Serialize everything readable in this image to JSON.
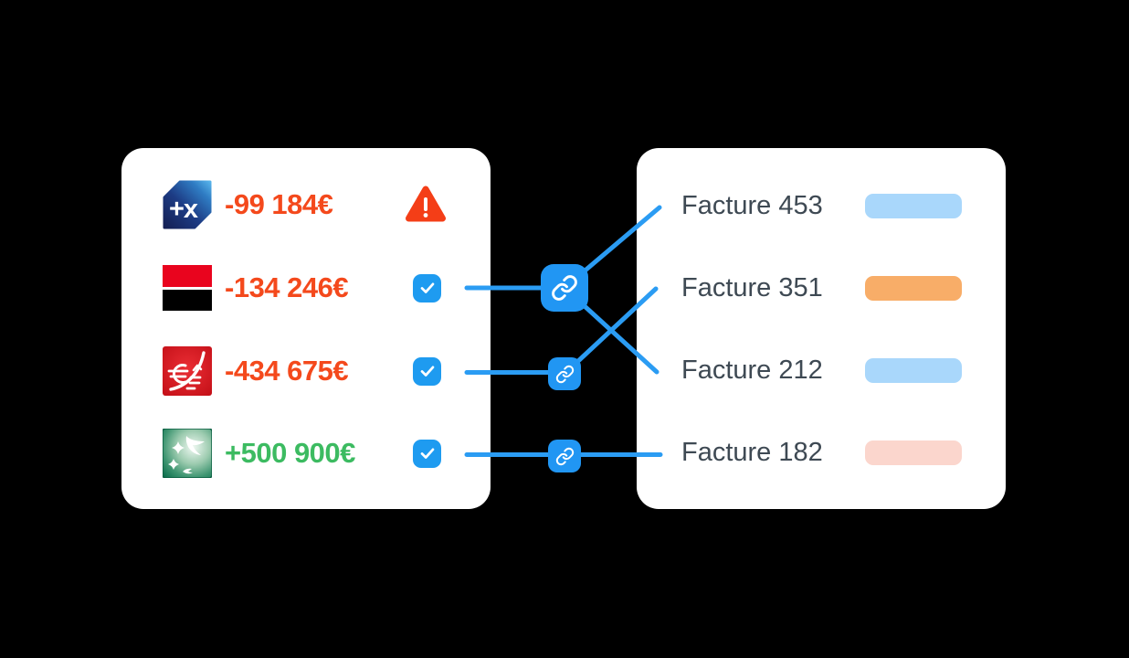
{
  "scene": {
    "description": "Bank transactions matched to invoices illustration",
    "background": "#000000"
  },
  "palette": {
    "card_bg": "#ffffff",
    "accent_blue": "#2196F3",
    "connector_blue": "#2B9CF3",
    "checkbox_blue": "#1E9BF0",
    "negative_amount": "#F4491C",
    "positive_amount": "#3CBB61",
    "warning_red": "#F43E17",
    "invoice_text": "#3E4953"
  },
  "transactions_card": {
    "rows": [
      {
        "bank_icon": "banque-populaire-logo",
        "amount": "-99 184€",
        "amount_color": "#F4491C",
        "status": "warning"
      },
      {
        "bank_icon": "societe-generale-logo",
        "amount": "-134 246€",
        "amount_color": "#F4491C",
        "status": "checked"
      },
      {
        "bank_icon": "caisse-epargne-logo",
        "amount": "-434 675€",
        "amount_color": "#F4491C",
        "status": "checked"
      },
      {
        "bank_icon": "bnp-paribas-logo",
        "amount": "+500 900€",
        "amount_color": "#3CBB61",
        "status": "checked"
      }
    ]
  },
  "invoices_card": {
    "rows": [
      {
        "label": "Facture 453",
        "pill_color": "#A9D7FB"
      },
      {
        "label": "Facture 351",
        "pill_color": "#F8AD68"
      },
      {
        "label": "Facture 212",
        "pill_color": "#A9D7FB"
      },
      {
        "label": "Facture 182",
        "pill_color": "#FBD6CD"
      }
    ]
  },
  "connections": [
    {
      "from_amount": "-134 246€",
      "to": [
        "Facture 453",
        "Facture 212"
      ]
    },
    {
      "from_amount": "-434 675€",
      "to": [
        "Facture 351"
      ]
    },
    {
      "from_amount": "+500 900€",
      "to": [
        "Facture 182"
      ]
    }
  ]
}
